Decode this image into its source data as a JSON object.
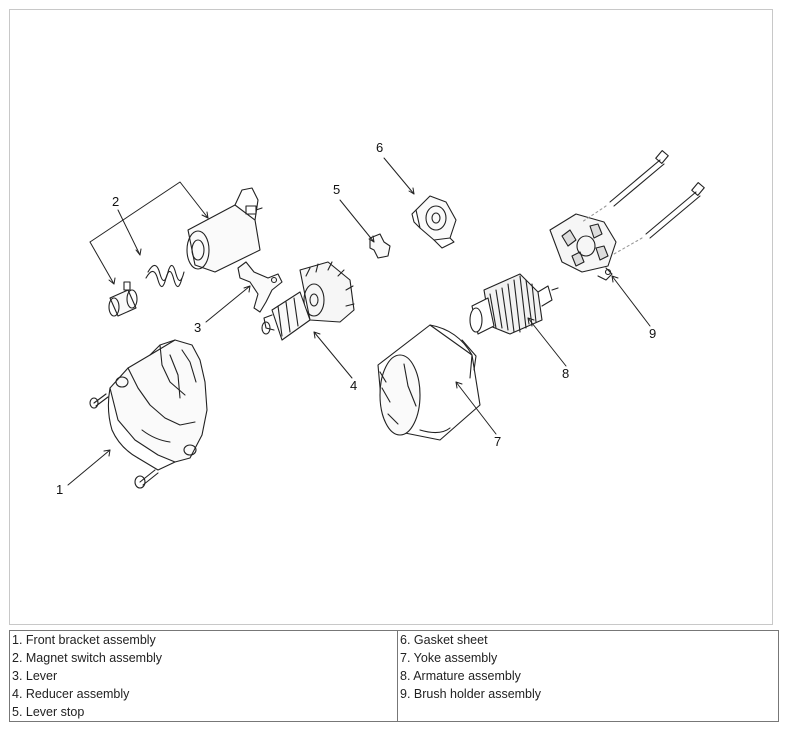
{
  "callouts": [
    "1",
    "2",
    "3",
    "4",
    "5",
    "6",
    "7",
    "8",
    "9"
  ],
  "legend": {
    "left": [
      "1. Front bracket assembly",
      "2. Magnet switch assembly",
      "3. Lever",
      "4. Reducer assembly",
      "5. Lever stop"
    ],
    "right": [
      "6. Gasket sheet",
      "7. Yoke assembly",
      "8. Armature assembly",
      "9. Brush holder assembly"
    ]
  }
}
